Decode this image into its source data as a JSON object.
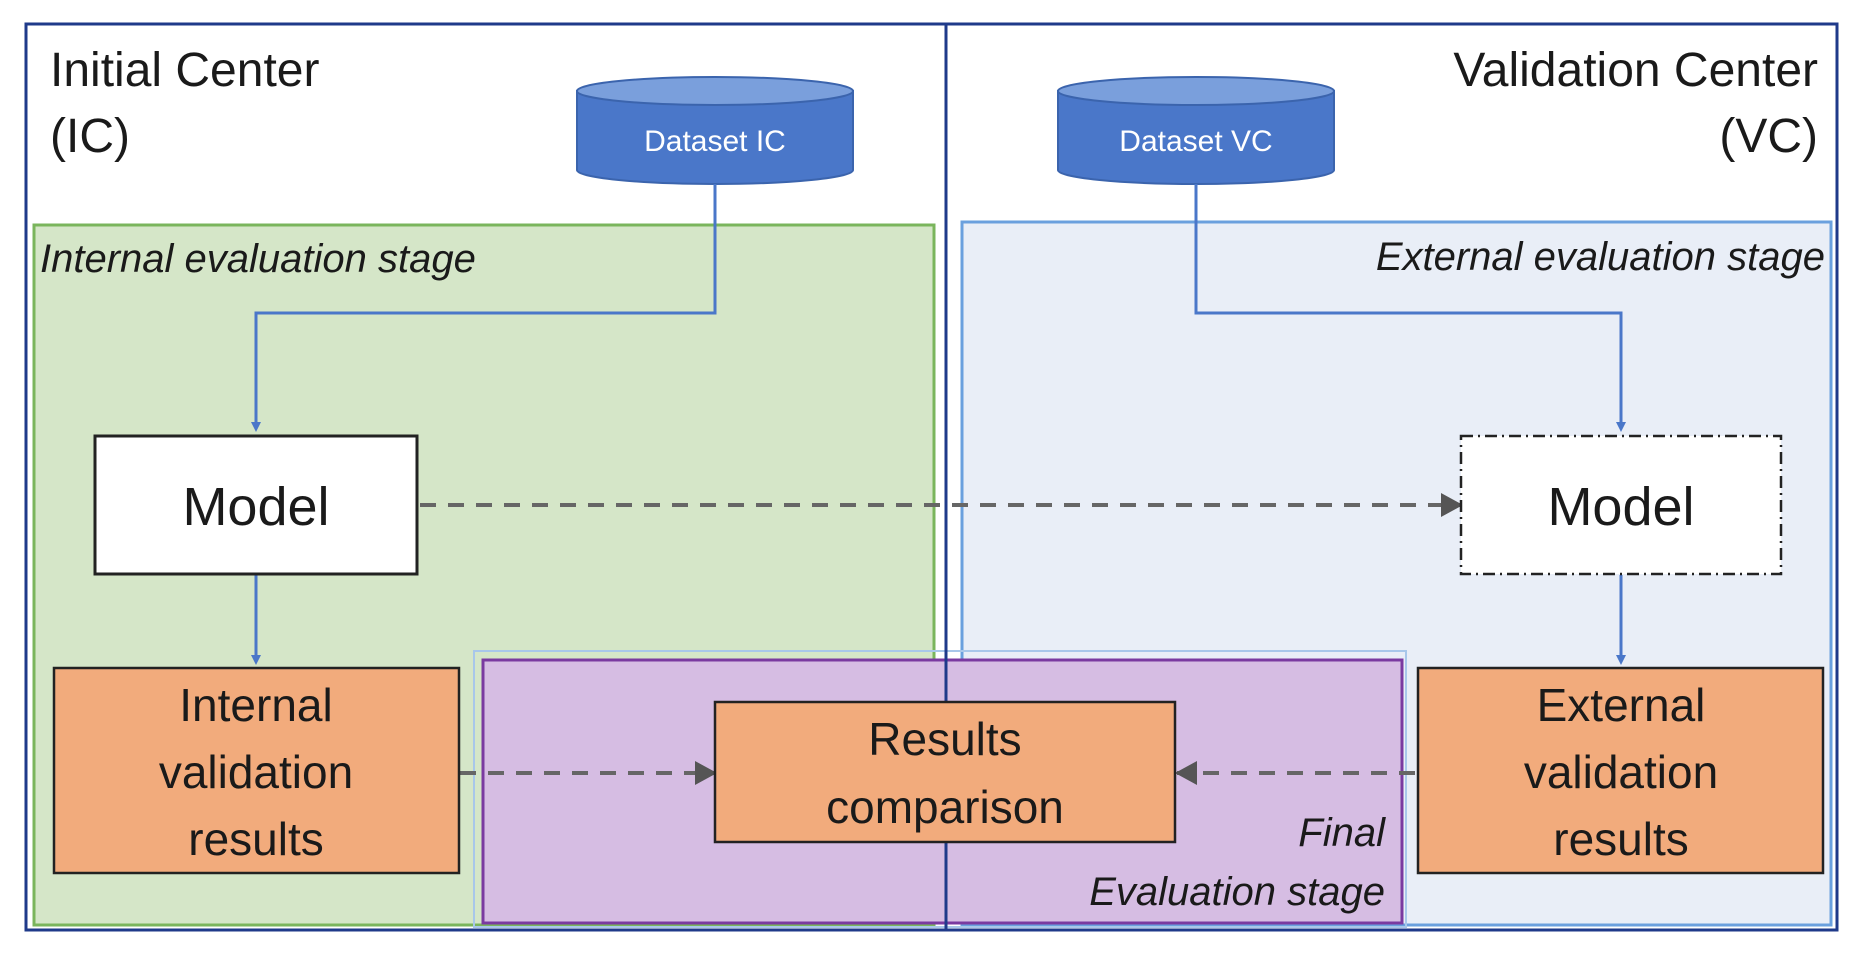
{
  "centers": {
    "initial": {
      "line1": "Initial Center",
      "line2": "(IC)"
    },
    "validation": {
      "line1": "Validation Center",
      "line2": "(VC)"
    }
  },
  "datasets": {
    "ic": "Dataset IC",
    "vc": "Dataset VC"
  },
  "stages": {
    "internal": "Internal evaluation stage",
    "external": "External evaluation stage",
    "final": {
      "line1": "Final",
      "line2": "Evaluation stage"
    }
  },
  "models": {
    "internal": "Model",
    "external": "Model"
  },
  "results": {
    "internal": [
      "Internal",
      "validation",
      "results"
    ],
    "external": [
      "External",
      "validation",
      "results"
    ],
    "comparison": [
      "Results",
      "comparison"
    ]
  },
  "colors": {
    "frame": "#1f3a8a",
    "database": "#4a77c9",
    "database_top": "#7a9fdc",
    "internal_stage_fill": "#d5e6c8",
    "internal_stage_border": "#7ab55c",
    "external_stage_fill": "#e9eef7",
    "external_stage_border": "#6aa0de",
    "final_stage_fill": "#d6bde3",
    "final_stage_border": "#7a3aa0",
    "result_fill": "#f2ab7c",
    "result_border": "#222222",
    "blue_arrow": "#4a77c9",
    "gray_arrow": "#666666"
  }
}
